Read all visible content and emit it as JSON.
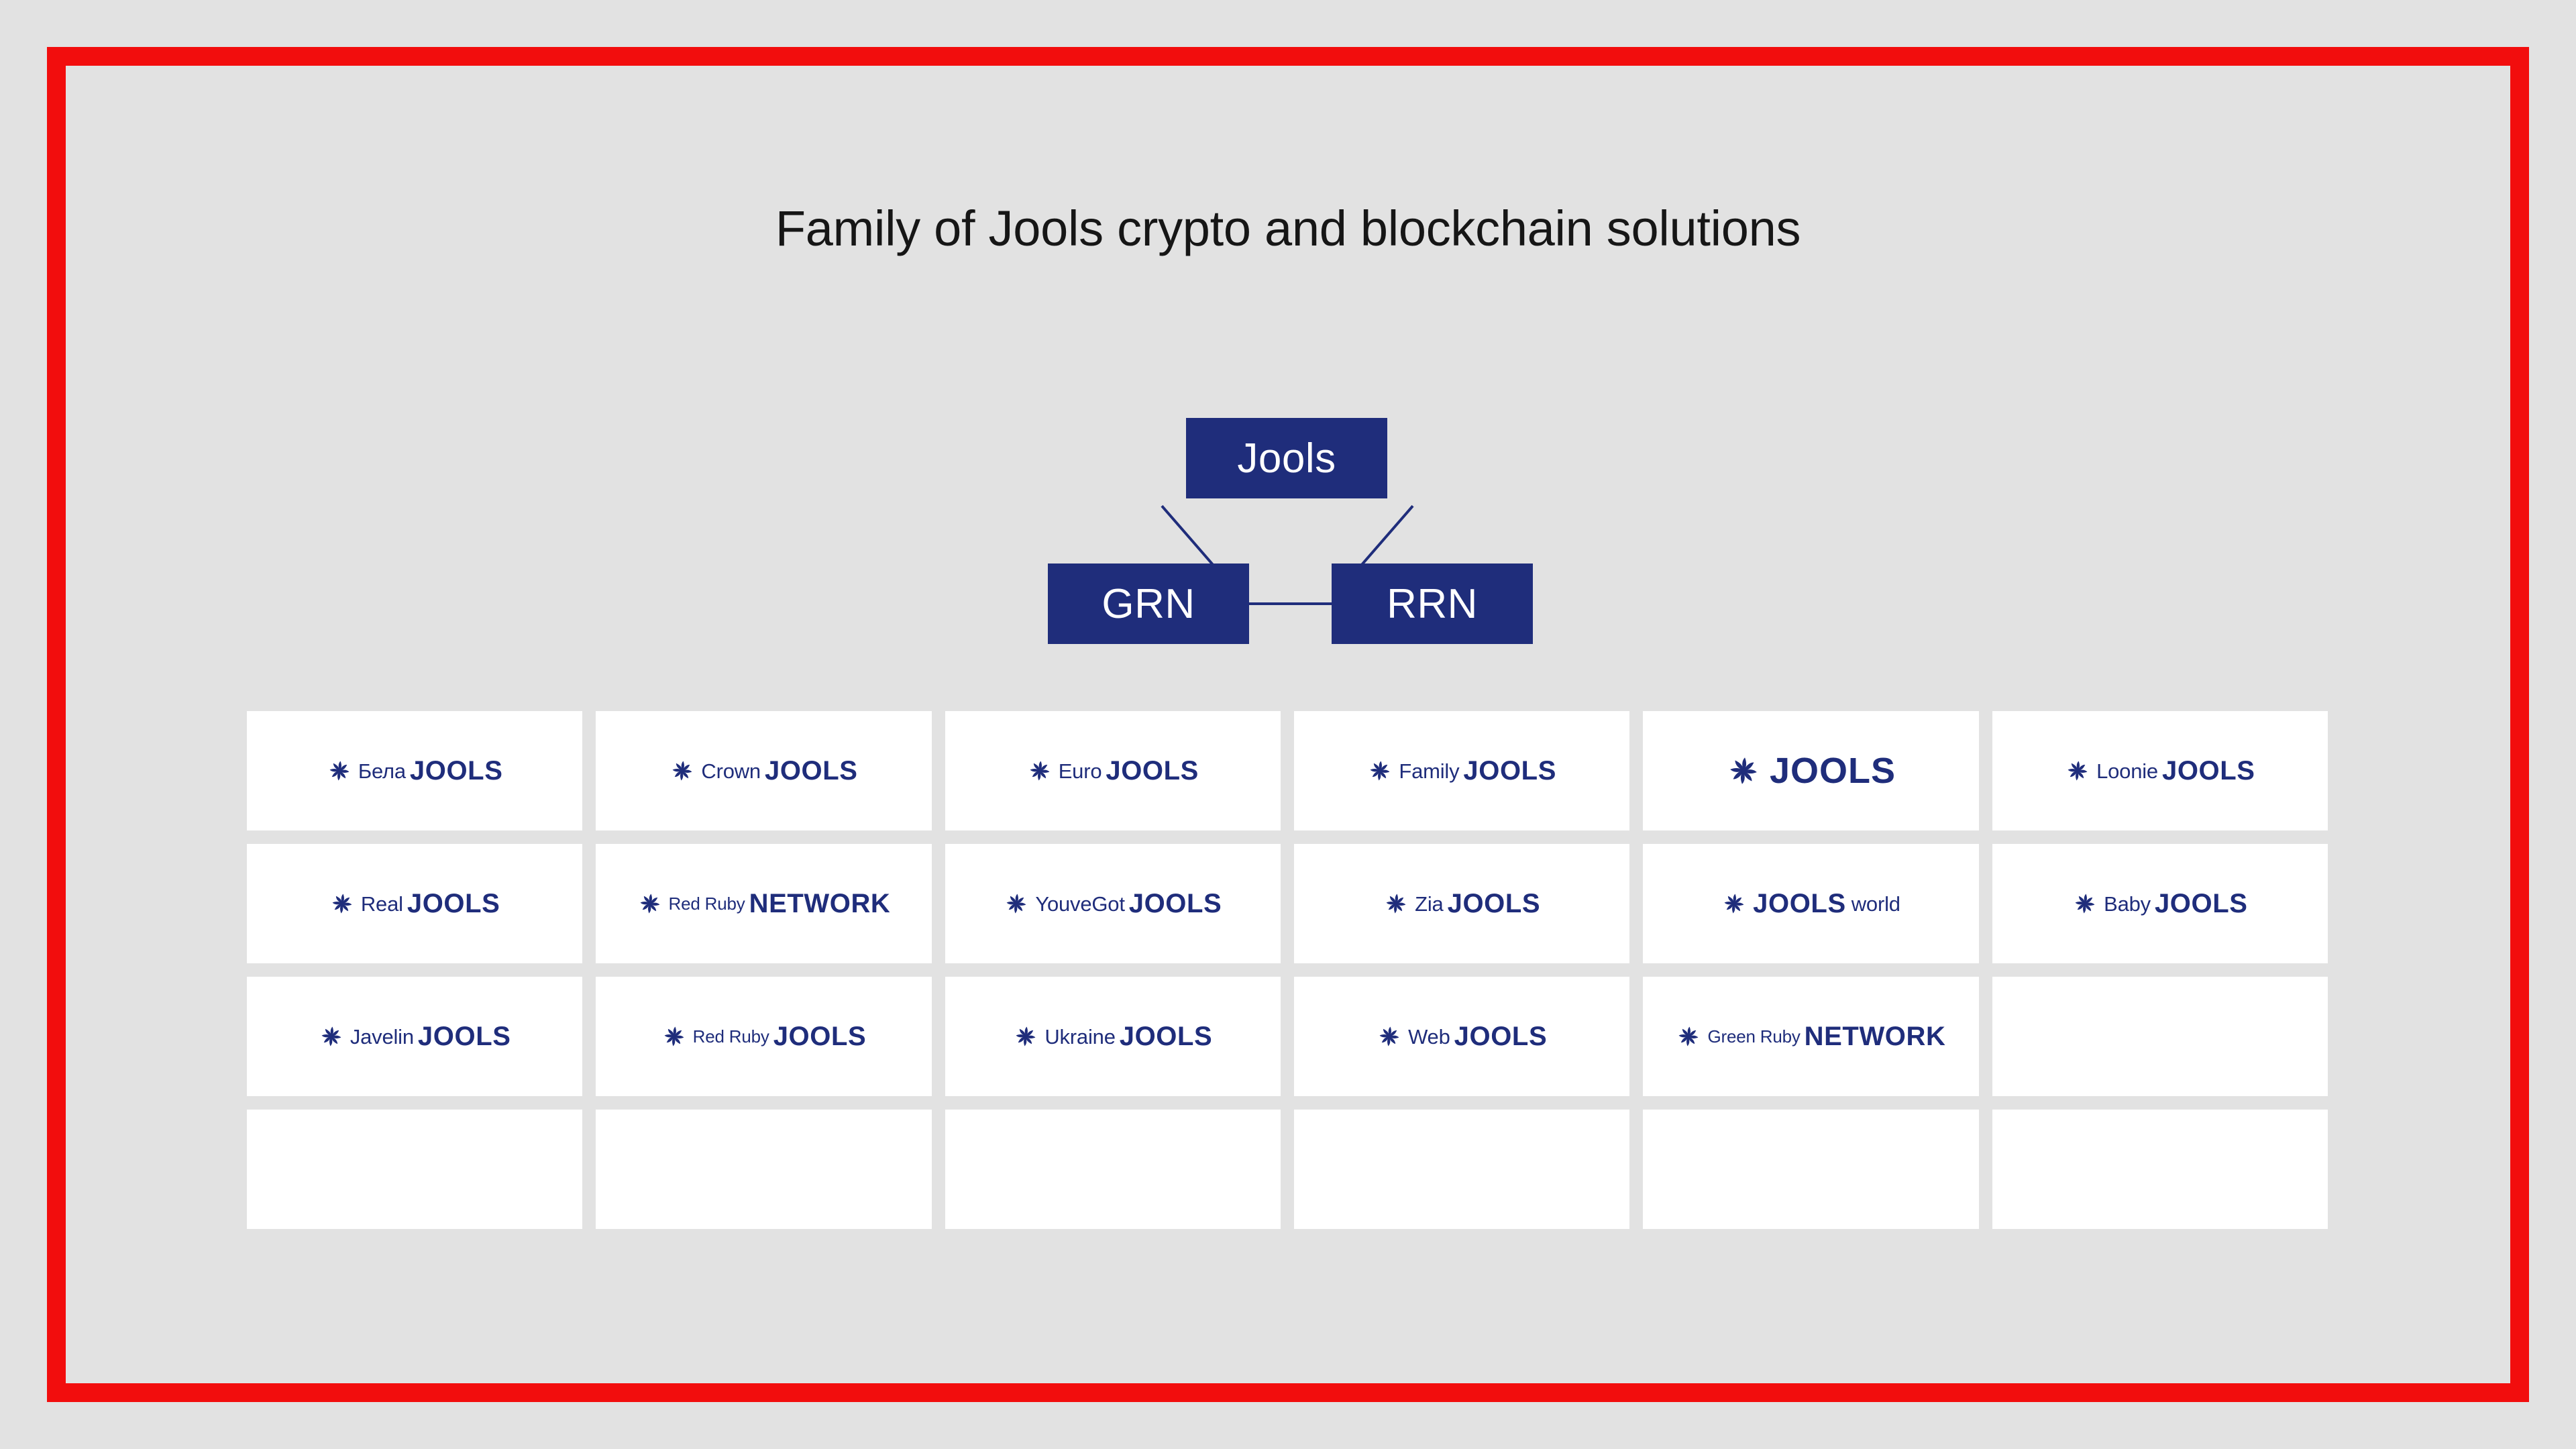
{
  "slide": {
    "title": "Family of Jools crypto and blockchain solutions",
    "background_color": "#e2e2e2",
    "frame_color": "#f20d0d",
    "brand_color": "#1f2d7b"
  },
  "org_chart": {
    "nodes": [
      {
        "id": "jools",
        "label": "Jools"
      },
      {
        "id": "grn",
        "label": "GRN"
      },
      {
        "id": "rrn",
        "label": "RRN"
      }
    ],
    "connectors": [
      {
        "from": "jools",
        "to": "grn"
      },
      {
        "from": "jools",
        "to": "rrn"
      },
      {
        "from": "grn",
        "to": "rrn"
      }
    ]
  },
  "logo_grid": {
    "columns": 6,
    "rows": 4,
    "cell_background": "#ffffff",
    "icon_name": "jools-rosette-icon",
    "cells": [
      {
        "prefix": "Бела",
        "main": "JOOLS",
        "suffix": "",
        "empty": false
      },
      {
        "prefix": "Crown",
        "main": "JOOLS",
        "suffix": "",
        "empty": false
      },
      {
        "prefix": "Euro",
        "main": "JOOLS",
        "suffix": "",
        "empty": false
      },
      {
        "prefix": "Family",
        "main": "JOOLS",
        "suffix": "",
        "empty": false
      },
      {
        "prefix": "",
        "main": "JOOLS",
        "suffix": "",
        "empty": false
      },
      {
        "prefix": "Loonie",
        "main": "JOOLS",
        "suffix": "",
        "empty": false
      },
      {
        "prefix": "Real",
        "main": "JOOLS",
        "suffix": "",
        "empty": false
      },
      {
        "prefix": "Red Ruby",
        "main": "NETWORK",
        "suffix": "",
        "empty": false
      },
      {
        "prefix": "YouveGot",
        "main": "JOOLS",
        "suffix": "",
        "empty": false
      },
      {
        "prefix": "Zia",
        "main": "JOOLS",
        "suffix": "",
        "empty": false
      },
      {
        "prefix": "",
        "main": "JOOLS",
        "suffix": "world",
        "empty": false
      },
      {
        "prefix": "Baby",
        "main": "JOOLS",
        "suffix": "",
        "empty": false
      },
      {
        "prefix": "Javelin",
        "main": "JOOLS",
        "suffix": "",
        "empty": false
      },
      {
        "prefix": "Red Ruby",
        "main": "JOOLS",
        "suffix": "",
        "empty": false
      },
      {
        "prefix": "Ukraine",
        "main": "JOOLS",
        "suffix": "",
        "empty": false
      },
      {
        "prefix": "Web",
        "main": "JOOLS",
        "suffix": "",
        "empty": false
      },
      {
        "prefix": "Green Ruby",
        "main": "NETWORK",
        "suffix": "",
        "empty": false
      },
      {
        "prefix": "",
        "main": "",
        "suffix": "",
        "empty": true
      },
      {
        "prefix": "",
        "main": "",
        "suffix": "",
        "empty": true
      },
      {
        "prefix": "",
        "main": "",
        "suffix": "",
        "empty": true
      },
      {
        "prefix": "",
        "main": "",
        "suffix": "",
        "empty": true
      },
      {
        "prefix": "",
        "main": "",
        "suffix": "",
        "empty": true
      },
      {
        "prefix": "",
        "main": "",
        "suffix": "",
        "empty": true
      },
      {
        "prefix": "",
        "main": "",
        "suffix": "",
        "empty": true
      }
    ]
  }
}
